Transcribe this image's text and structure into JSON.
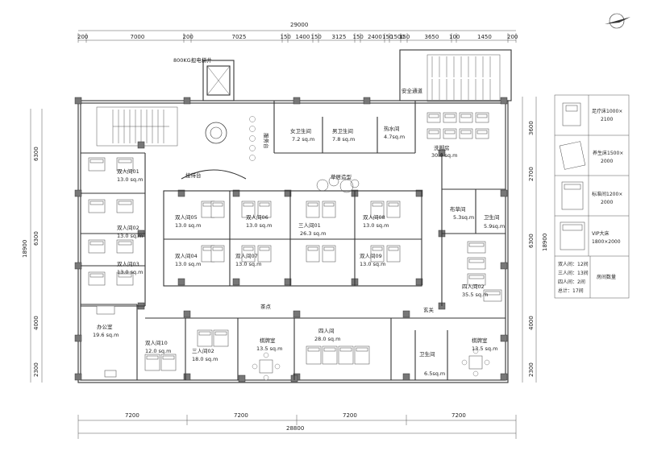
{
  "top_dims": {
    "total": "29000",
    "segments": [
      "200",
      "7000",
      "200",
      "7025",
      "150",
      "1400",
      "150",
      "3125",
      "150",
      "2400",
      "150",
      "1500",
      "150",
      "3650",
      "100",
      "1450",
      "200"
    ]
  },
  "bottom_dims": {
    "segments": [
      "7200",
      "7200",
      "7200",
      "7200"
    ],
    "total": "28800"
  },
  "left_dims": [
    "6300",
    "18900",
    "6300",
    "4000",
    "2300"
  ],
  "right_dims": [
    "3600",
    "2700",
    "18900",
    "6300",
    "4000",
    "2300"
  ],
  "rooms": {
    "elevator": "800KG担电梯井",
    "reception": "接待台",
    "water_scene": "草居造型",
    "restroom_f": "女卫生间",
    "restroom_f_area": "7.2 sq.m",
    "restroom_m": "男卫生间",
    "restroom_m_area": "7.8 sq.m",
    "water_room": "热水间",
    "water_room_area": "4.7sq.m",
    "counter": "服务台",
    "safety": "安全通道",
    "foot_room": "洗脚房",
    "foot_room_area": "30.0 sq.m",
    "storage": "布草间",
    "storage_area": "5.3sq.m",
    "wc_right": "卫生间",
    "wc_right_area": "5.9sq.m",
    "double": "双人间",
    "triple": "三人间",
    "quad": "四人间",
    "r01": "双人间01",
    "r01_area": "13.0 sq.m",
    "r02": "双人间02",
    "r02_area": "13.0 sq.m",
    "r03": "双人间03",
    "r03_area": "13.0 sq.m",
    "r04": "双人间04",
    "r04_area": "13.0 sq.m",
    "r05": "双人间05",
    "r05_area": "13.0 sq.m",
    "r06": "双人间06",
    "r06_area": "13.0 sq.m",
    "r07": "双人间07",
    "r07_area": "13.0 sq.m",
    "r08": "双人间08",
    "r08_area": "13.0 sq.m",
    "r09": "双人间09",
    "r09_area": "13.0 sq.m",
    "r10": "双人间10",
    "r10_area": "12.0 sq.m",
    "triple_room": "三人间01",
    "triple_room_area": "26.3 sq.m",
    "triple_b": "三人间02",
    "triple_b_area": "18.0 sq.m",
    "quad_room": "四人间",
    "quad_room_area": "28.0 sq.m",
    "quad_room2": "四人间02",
    "quad_room2_area": "35.5 sq.m",
    "office": "办公室",
    "office_area": "19.6 sq.m",
    "chess": "棋牌室",
    "chess_area": "13.5 sq.m",
    "chess2": "棋牌室",
    "chess2_area": "13.5 sq.m",
    "snack": "茶点",
    "entrance": "玄关",
    "wc_bottom": "卫生间",
    "wc_bottom_area": "6.5sq.m"
  },
  "legend": {
    "items": [
      {
        "label": "足疗床1000×2100"
      },
      {
        "label": "养生床1500×2000"
      },
      {
        "label": "标准间1200×2000"
      },
      {
        "label": "VIP大床1800×2000"
      }
    ],
    "counts": [
      "双人间：12间",
      "三人间：13间",
      "四人间：2间",
      "总计：17间"
    ],
    "count_title": "房间数量"
  }
}
